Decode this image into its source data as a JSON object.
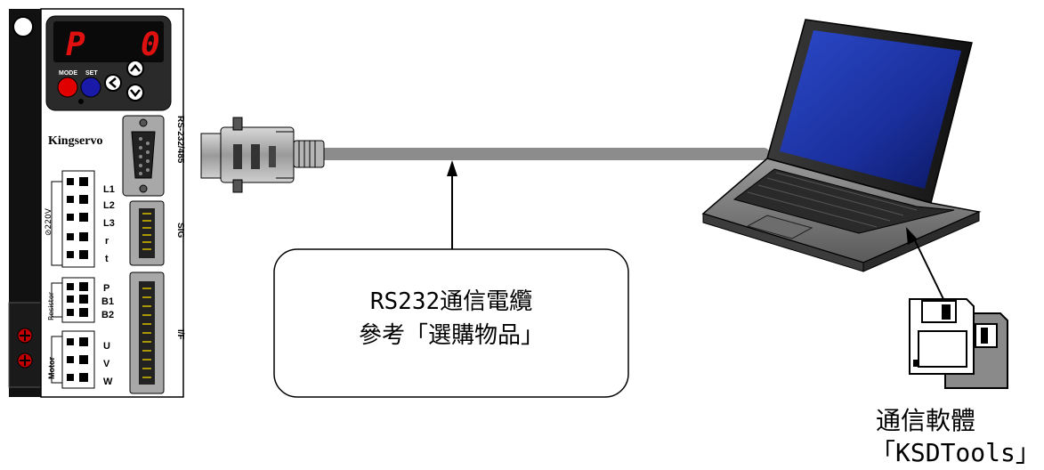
{
  "drive": {
    "display_left": "P",
    "display_right": "0",
    "mode_label": "MODE",
    "set_label": "SET",
    "brand": "Kingservo",
    "port_rs232": "RS-232/485",
    "port_sig": "SIG",
    "port_if": "I/F",
    "power_terminals": [
      "L1",
      "L2",
      "L3",
      "r",
      "t"
    ],
    "power_group": "220V",
    "resistor_terminals": [
      "P",
      "B1",
      "B2"
    ],
    "resistor_group": "Resistor",
    "motor_terminals": [
      "U",
      "V",
      "W"
    ],
    "motor_group": "Motor"
  },
  "cable_caption": {
    "line1": "RS232通信電纜",
    "line2": "參考「選購物品」"
  },
  "software_caption": {
    "line1": "通信軟體",
    "line2": "「KSDTools」"
  },
  "colors": {
    "display_digits": "#e01010",
    "mode_button": "#e00000",
    "set_button": "#1a1aa8",
    "cable": "#8c8c8c",
    "laptop_screen": "#1a2f9c"
  }
}
